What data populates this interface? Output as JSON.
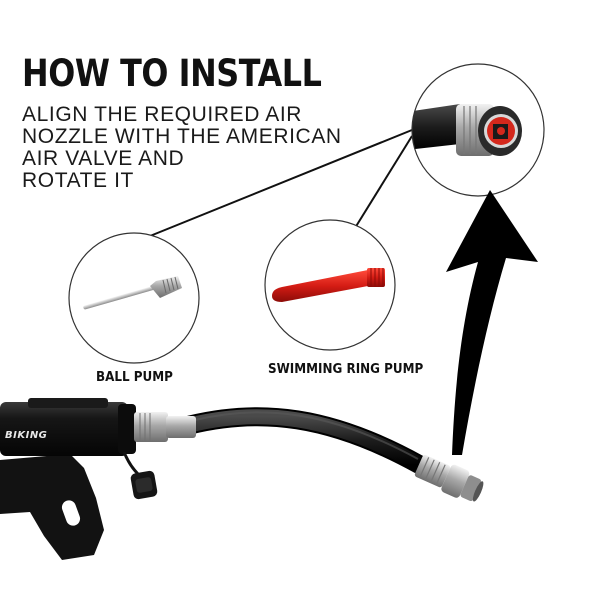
{
  "title": "HOW TO INSTALL",
  "instruction_lines": [
    "ALIGN THE REQUIRED AIR",
    "NOZZLE WITH THE AMERICAN",
    "AIR VALVE AND",
    "ROTATE IT"
  ],
  "labels": {
    "ball_pump": "BALL PUMP",
    "swimming_ring_pump": "SWIMMING RING PUMP"
  },
  "brand_text": "BIKING",
  "colors": {
    "text": "#111111",
    "pump_body": "#141414",
    "hose": "#1c1c1c",
    "nozzle_red": "#d42020",
    "steel": "#b8b8b8"
  }
}
